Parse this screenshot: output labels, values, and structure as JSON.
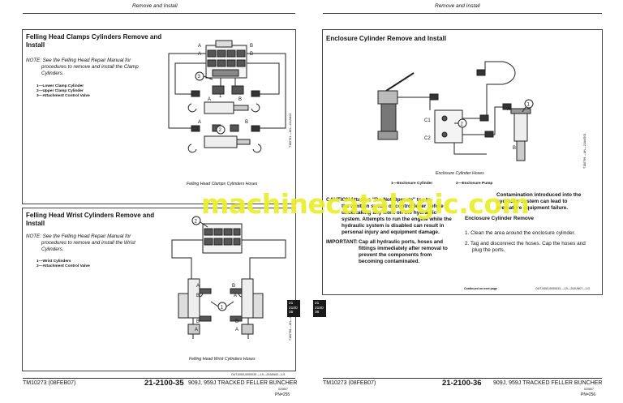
{
  "left_page": {
    "header": "Remove and Install",
    "section1": {
      "title_line1": "Felling Head Clamps Cylinders Remove and",
      "title_line2": "Install",
      "note_label": "NOTE:",
      "note_line1": "See the Felling Head Repair Manual for",
      "note_line2": "procedures to remove and install the Clamp",
      "note_line3": "Cylinders.",
      "legend": [
        "1—Lower Clamp Cylinder",
        "2—Upper Clamp Cylinder",
        "3—Attachment Control Valve"
      ],
      "caption": "Felling Head Clamps Cylinders Hoses",
      "side_code": "T180781",
      "side_code2": "—UN—22JAN02"
    },
    "section2": {
      "title_line1": "Felling Head Wrist Cylinders Remove and",
      "title_line2": "Install",
      "note_label": "NOTE:",
      "note_line1": "See the Felling Head Repair Manual for",
      "note_line2": "procedures to remove and install the Wrist",
      "note_line3": "Cylinders.",
      "legend": [
        "1—Wrist Cylinders",
        "2—Attachment Control Valve"
      ],
      "caption": "Felling Head Wrist Cylinders Hoses",
      "side_code": "T180788",
      "side_code2": "—UN—26OCT02",
      "ref_code": "OUT,0053,0000035 —19—29JAN02—1/1"
    },
    "footer": {
      "manual": "TM10273 (08FEB07)",
      "page_code": "21-2100-35",
      "model": "909J, 959J TRACKED FELLER BUNCHER",
      "small_code": "020807",
      "page": "PN=255"
    },
    "tab": [
      "21",
      "2100",
      "35"
    ]
  },
  "right_page": {
    "header": "Remove and Install",
    "section": {
      "title": "Enclosure Cylinder Remove and Install",
      "caption": "Enclosure Cylinder Hoses",
      "side_code": "T180799",
      "side_code2": "—UN—22AUG03",
      "legend_left": "1—Enclosure Cylinder",
      "legend_right": "2—Enclosure Pump",
      "caution_label": "CAUTION:",
      "caution_lines": [
        "Attach a \"Do Not Operate\" tag to",
        "the ignition switch or control lever before",
        "undertaking any work on the hydraulic",
        "system. Attempts to run the engine while the",
        "hydraulic system is disabled can result in",
        "personal injury and equipment damage."
      ],
      "important_label": "IMPORTANT:",
      "important_lines": [
        "Cap all hydraulic ports, hoses and",
        "fittings immediately after removal to",
        "prevent the components from",
        "becoming contaminated."
      ],
      "contam_lines": [
        "Contamination introduced into the",
        "hydraulic system can lead to",
        "premature equipment failure."
      ],
      "subhead": "Enclosure Cylinder Remove",
      "step1": "1. Clean the area around the enclosure cylinder.",
      "step2_line1": "2. Tag and disconnect the hoses. Cap the hoses and",
      "step2_line2": "plug the ports.",
      "continued": "Continued on next page",
      "ref_code": "OUT,0053,0000033 —19—25JUN07—1/3"
    },
    "footer": {
      "manual": "TM10273 (08FEB07)",
      "page_code": "21-2100-36",
      "model": "909J, 959J TRACKED FELLER BUNCHER",
      "small_code": "020807",
      "page": "PN=256"
    },
    "tab": [
      "21",
      "2100",
      "36"
    ]
  },
  "watermark": "machinecatalogic.com",
  "diagram_labels": {
    "A": "A",
    "B": "B",
    "C1": "C1",
    "C2": "C2",
    "n1": "1",
    "n2": "2",
    "n3": "3"
  }
}
